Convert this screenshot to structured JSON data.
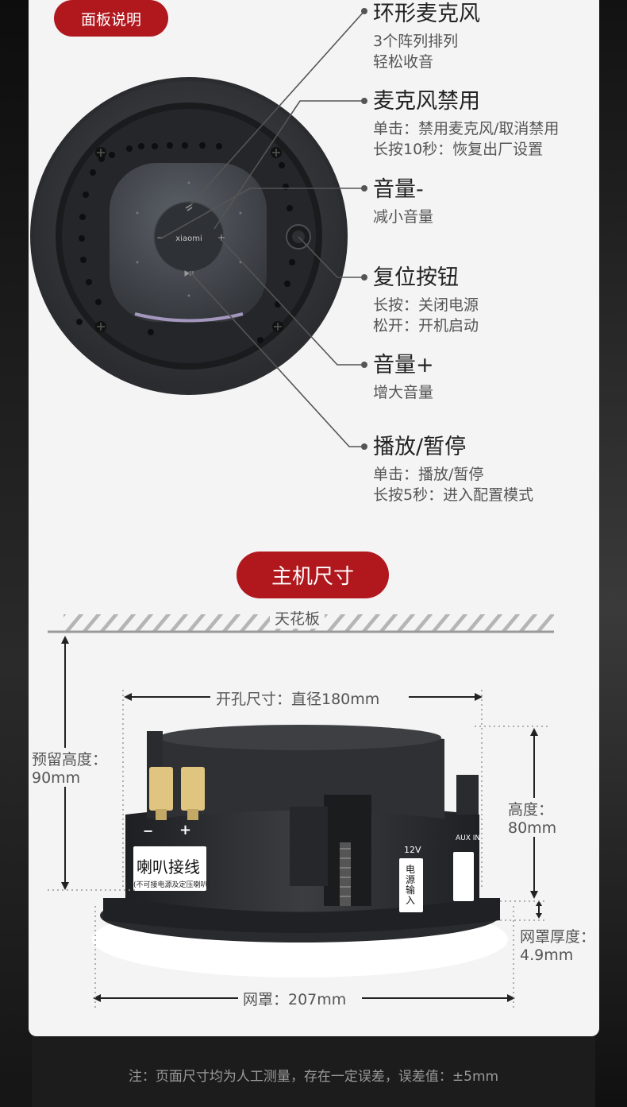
{
  "panel_section": {
    "title": "面板说明"
  },
  "features": [
    {
      "title": "环形麦克风",
      "lines": [
        "3个阵列排列",
        "轻松收音"
      ]
    },
    {
      "title": "麦克风禁用",
      "lines": [
        "单击：禁用麦克风/取消禁用",
        "长按10秒：恢复出厂设置"
      ]
    },
    {
      "title": "音量-",
      "lines": [
        "减小音量"
      ]
    },
    {
      "title": "复位按钮",
      "lines": [
        "长按：关闭电源",
        "松开：开机启动"
      ]
    },
    {
      "title": "音量+",
      "lines": [
        "增大音量"
      ]
    },
    {
      "title": "播放/暂停",
      "lines": [
        "单击：播放/暂停",
        "长按5秒：进入配置模式"
      ]
    }
  ],
  "device_top": {
    "brand_text": "xiaomi"
  },
  "dimensions_section": {
    "title": "主机尺寸",
    "ceiling_label": "天花板",
    "hole_size": "开孔尺寸：直径180mm",
    "reserve_height_label": "预留高度：",
    "reserve_height_value": "90mm",
    "height_label": "高度：",
    "height_value": "80mm",
    "grille_thickness_label": "网罩厚度：",
    "grille_thickness_value": "4.9mm",
    "grille_diameter": "网罩：207mm"
  },
  "device_side": {
    "minus_sign": "−",
    "plus_sign": "+",
    "speaker_terminal_label": "喇叭接线",
    "speaker_terminal_note": "(不可接电源及定压喇叭)",
    "voltage_label": "12V",
    "power_input_label": "电源输入",
    "aux_label": "AUX IN"
  },
  "footnote": "注：页面尺寸均为人工测量，存在一定误差，误差值：±5mm",
  "colors": {
    "accent": "#b0181e",
    "card": "#f4f4f4",
    "device": "#3a3c40"
  }
}
